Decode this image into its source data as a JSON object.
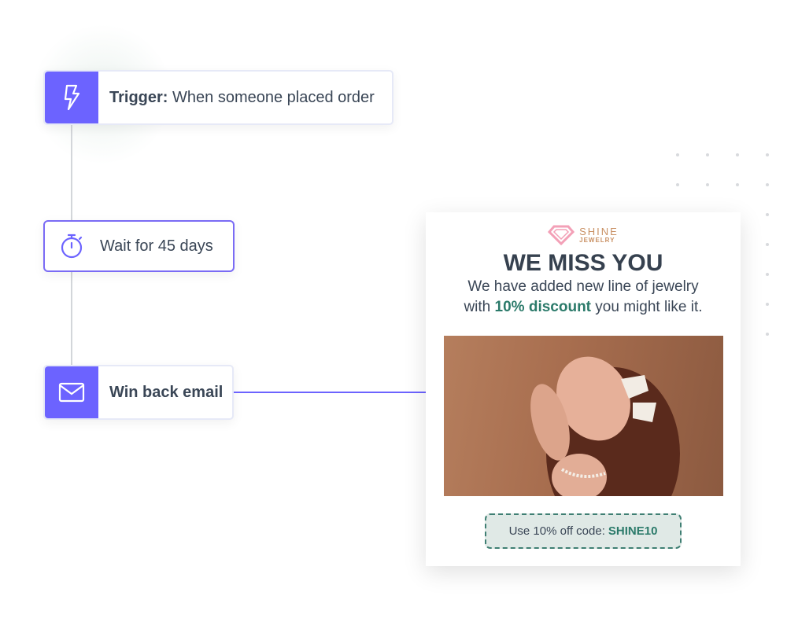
{
  "workflow": {
    "trigger": {
      "label": "Trigger:",
      "text": "When someone placed order"
    },
    "wait": {
      "text": "Wait for 45 days"
    },
    "email": {
      "text": "Win back email"
    }
  },
  "email_preview": {
    "brand": {
      "line1": "SHINE",
      "line2": "JEWELRY"
    },
    "headline": "WE MISS YOU",
    "body_part1": "We have added new line of jewelry",
    "body_part2": "with",
    "highlight": "10% discount",
    "body_part3": "you might like it.",
    "coupon_label": "Use 10% off code:",
    "coupon_code": "SHINE10"
  },
  "colors": {
    "accent": "#6c63ff",
    "green": "#2b7a6a"
  }
}
